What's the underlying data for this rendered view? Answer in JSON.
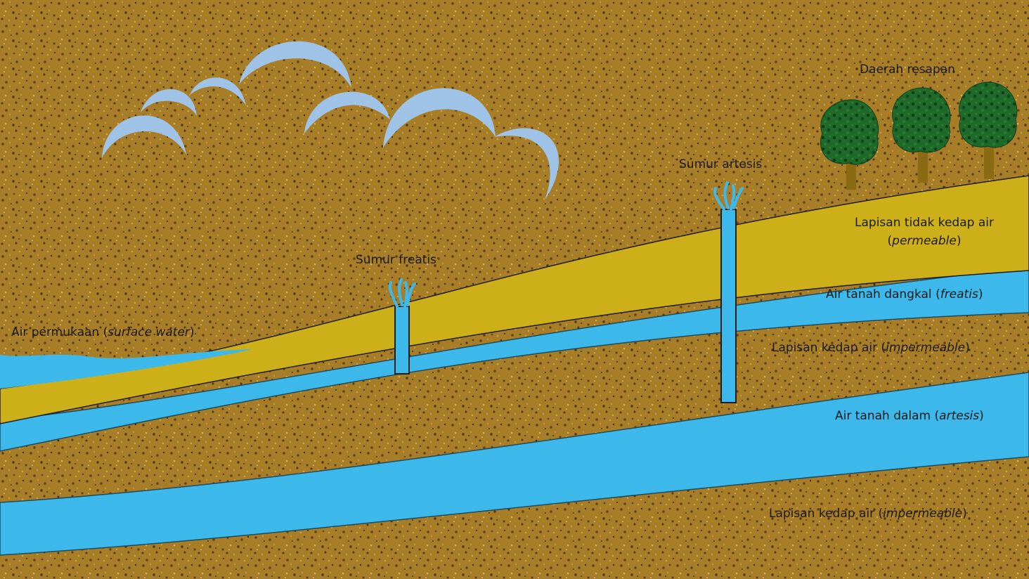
{
  "labels": {
    "surface_water": {
      "text": "Air permukaan (",
      "em": "surface water",
      "close": ")"
    },
    "sumur_freatis": "Sumur freatis",
    "sumur_artesis": "Sumur artesis",
    "daerah_resapan": "Daerah resapan",
    "permeable_line1": "Lapisan tidak kedap air",
    "permeable_line2": {
      "open": "(",
      "em": "permeable",
      "close": ")"
    },
    "freatis": {
      "text": "Air tanah dangkal (",
      "em": "freatis",
      "close": ")"
    },
    "impermeable_upper": {
      "text": "Lapisan kedap air (",
      "em": "impermeable",
      "close": ")"
    },
    "artesis": {
      "text": "Air tanah dalam (",
      "em": "artesis",
      "close": ")"
    },
    "impermeable_lower": {
      "text": "Lapisan kedap air (",
      "em": "impermeable",
      "close": ")"
    }
  },
  "colors": {
    "sky": "#ffffff",
    "cloud": "#9fc3e6",
    "permeable_layer": "#cdb019",
    "water": "#3cb9ea",
    "water_light": "#5ac4ef",
    "impermeable_base": "#a07826",
    "impermeable_dark": "#4a3414",
    "impermeable_light": "#c9a045",
    "tree_foliage": "#1f6a2a",
    "tree_foliage_dark": "#0f3d17",
    "tree_trunk": "#8a6a12"
  }
}
